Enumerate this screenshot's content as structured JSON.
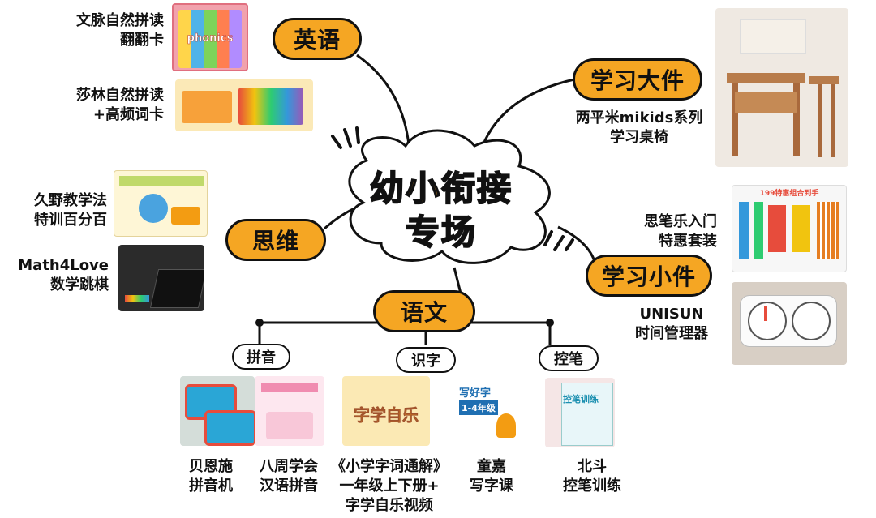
{
  "hub": {
    "line1": "幼小衔接",
    "line2": "专场"
  },
  "branches": {
    "english": "英语",
    "big_items": "学习大件",
    "thinking": "思维",
    "small_items": "学习小件",
    "chinese": "语文"
  },
  "sub_tags": {
    "pinyin": "拼音",
    "shizi": "识字",
    "kongbi": "控笔"
  },
  "products": {
    "wenmai": [
      "文脉自然拼读",
      "翻翻卡"
    ],
    "shalin": [
      "莎林自然拼读",
      "+高频词卡"
    ],
    "jiuye": [
      "久野教学法",
      "特训百分百"
    ],
    "math4love": [
      "Math4Love",
      "数学跳棋"
    ],
    "desk": [
      "两平米mikids系列",
      "学习桌椅"
    ],
    "sibile": [
      "思笔乐入门",
      "特惠套装"
    ],
    "unisun": [
      "UNISUN",
      "时间管理器"
    ],
    "beien": [
      "贝恩施",
      "拼音机"
    ],
    "bazhou": [
      "八周学会",
      "汉语拼音"
    ],
    "xiaoxue": [
      "《小学字词通解》",
      "一年级上下册+",
      "字学自乐视频"
    ],
    "tongjia": [
      "童嘉",
      "写字课"
    ],
    "beidou": [
      "北斗",
      "控笔训练"
    ]
  },
  "image_text": {
    "phonics": "phonics",
    "zixue": "字学自乐",
    "xiehaozi": "写好字",
    "grade": "1-4年级",
    "kongbi_book": "控笔训练",
    "promo_199": "199特惠组合到手"
  },
  "colors": {
    "accent": "#f5a623",
    "outline": "#111111"
  }
}
